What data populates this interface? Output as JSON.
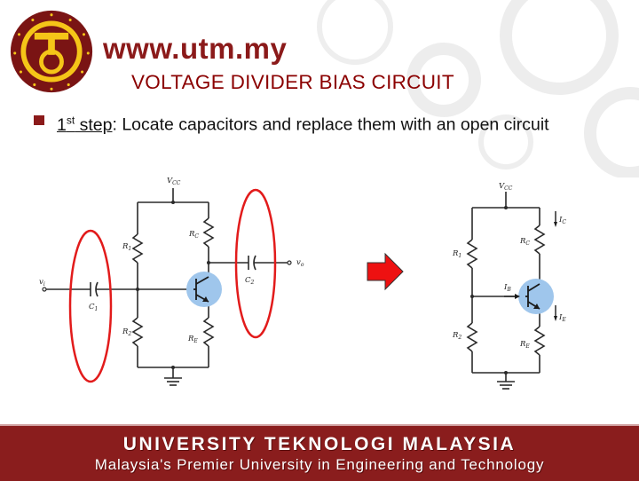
{
  "header": {
    "site_url": "www.utm.my",
    "title": "VOLTAGE DIVIDER BIAS CIRCUIT"
  },
  "bullet": {
    "step_num": "1",
    "step_sup": "st",
    "step_word": " step",
    "text": ": Locate capacitors and replace them with an open circuit"
  },
  "circuit_left": {
    "vcc": "V",
    "vcc_sub": "CC",
    "r1": "R",
    "r1_sub": "1",
    "r2": "R",
    "r2_sub": "2",
    "rc": "R",
    "rc_sub": "C",
    "re": "R",
    "re_sub": "E",
    "c1": "C",
    "c1_sub": "1",
    "c2": "C",
    "c2_sub": "2",
    "vi": "v",
    "vi_sub": "i",
    "vo": "v",
    "vo_sub": "o"
  },
  "circuit_right": {
    "vcc": "V",
    "vcc_sub": "CC",
    "r1": "R",
    "r1_sub": "1",
    "r2": "R",
    "r2_sub": "2",
    "rc": "R",
    "rc_sub": "C",
    "re": "R",
    "re_sub": "E",
    "ic": "I",
    "ic_sub": "C",
    "ib": "I",
    "ib_sub": "B",
    "ie": "I",
    "ie_sub": "E"
  },
  "footer": {
    "line1": "UNIVERSITY TEKNOLOGI MALAYSIA",
    "line2": "Malaysia's Premier University in Engineering and Technology"
  },
  "colors": {
    "maroon": "#8b1a1a",
    "title_red": "#8b0000",
    "circle_red": "#e21b1b",
    "arrow_red": "#ee1111",
    "transistor_blue": "#9fc6ec",
    "logo_gold": "#f5c518"
  }
}
